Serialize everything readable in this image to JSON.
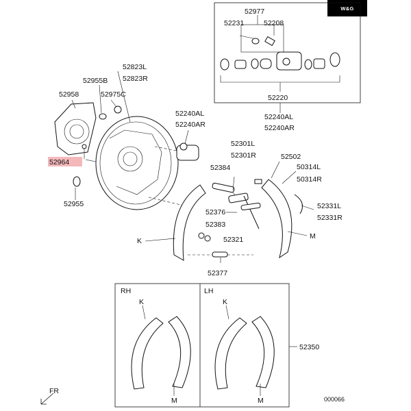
{
  "logo_text": "W&G",
  "diagram_id": "000066",
  "front_marker": "FR",
  "side_labels": {
    "rh": "RH",
    "lh": "LH"
  },
  "highlight_color": "#f4b8bb",
  "parts": {
    "p52977": "52977",
    "p52231": "52231",
    "p52208": "52208",
    "p52220": "52220",
    "p52240AL_a": "52240AL",
    "p52240AR_a": "52240AR",
    "p52823L": "52823L",
    "p52823R": "52823R",
    "p52955B": "52955B",
    "p52958": "52958",
    "p52975C": "52975C",
    "p52240AL_b": "52240AL",
    "p52240AR_b": "52240AR",
    "p52964": "52964",
    "p52955": "52955",
    "p52301L": "52301L",
    "p52301R": "52301R",
    "p52502": "52502",
    "p52384": "52384",
    "p50314L": "50314L",
    "p50314R": "50314R",
    "p52331L": "52331L",
    "p52331R": "52331R",
    "p52376": "52376",
    "p52383": "52383",
    "p52321": "52321",
    "p52377": "52377",
    "p52350": "52350",
    "shoe_k": "K",
    "shoe_m": "M"
  }
}
